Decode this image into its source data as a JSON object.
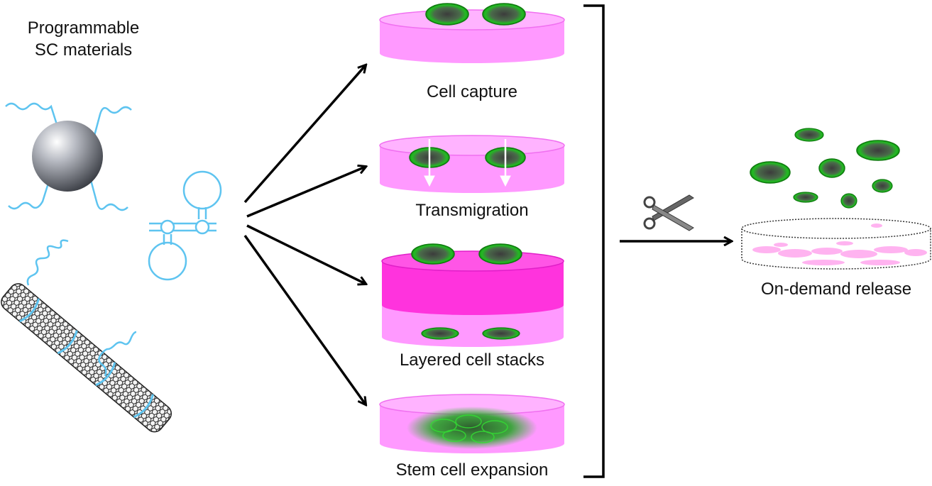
{
  "materials": {
    "title_line1": "Programmable",
    "title_line2": "SC materials"
  },
  "applications": [
    {
      "label": "Cell capture"
    },
    {
      "label": "Transmigration"
    },
    {
      "label": "Layered cell stacks"
    },
    {
      "label": "Stem cell expansion"
    }
  ],
  "release": {
    "label": "On-demand release"
  },
  "colors": {
    "gel_light": "#ff99ff",
    "gel_dark": "#ff33dd",
    "cell_green": "#22bb22",
    "cell_nucleus": "#555555",
    "aptamer_blue": "#5ec4f0",
    "arrow": "#000000"
  },
  "icons": {
    "cut": "scissors-icon"
  }
}
